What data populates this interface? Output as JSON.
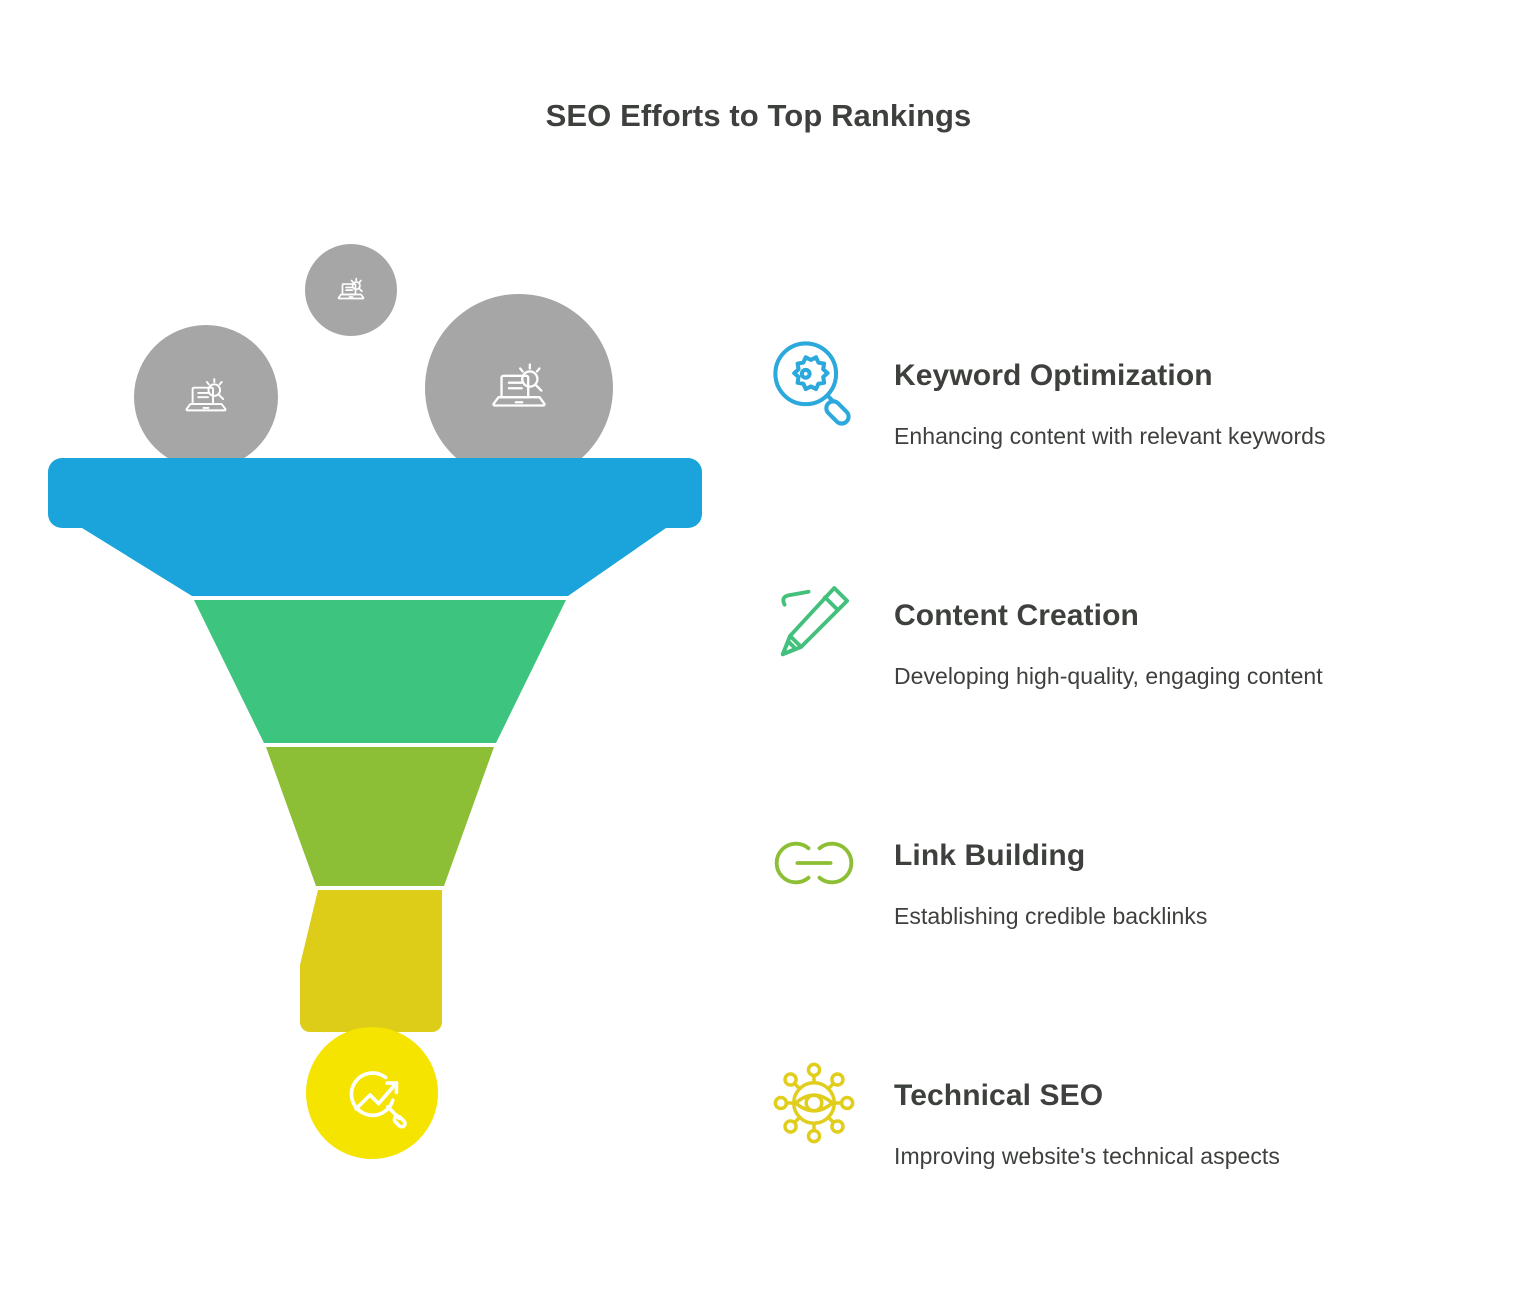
{
  "header": {
    "title": "SEO Efforts to Top Rankings"
  },
  "funnel": {
    "name": "seo-funnel",
    "bands": [
      {
        "id": "band-keyword",
        "label": "Keyword Optimization",
        "color": "#1ba4db"
      },
      {
        "id": "band-content",
        "label": "Content Creation",
        "color": "#3dc47e"
      },
      {
        "id": "band-link",
        "label": "Link Building",
        "color": "#8dbf36"
      },
      {
        "id": "band-technical",
        "label": "Technical SEO",
        "color": "#ddcc18"
      }
    ],
    "outlet_circle_color": "#f5e300",
    "outlet_icon": "analytics-search-icon",
    "top_badges": [
      {
        "id": "badge-left",
        "icon": "laptop-search-icon",
        "color": "#a6a6a6",
        "size": "medium"
      },
      {
        "id": "badge-center",
        "icon": "laptop-search-icon",
        "color": "#a6a6a6",
        "size": "small"
      },
      {
        "id": "badge-right",
        "icon": "laptop-search-icon",
        "color": "#a6a6a6",
        "size": "large"
      }
    ]
  },
  "steps": [
    {
      "id": "keyword-optimization",
      "title": "Keyword Optimization",
      "description": "Enhancing content with relevant keywords",
      "icon": "magnifier-gear-icon",
      "color": "#2ba8dc"
    },
    {
      "id": "content-creation",
      "title": "Content Creation",
      "description": "Developing high-quality, engaging content",
      "icon": "pencil-icon",
      "color": "#42c07c"
    },
    {
      "id": "link-building",
      "title": "Link Building",
      "description": "Establishing credible backlinks",
      "icon": "chain-link-icon",
      "color": "#8dbf36"
    },
    {
      "id": "technical-seo",
      "title": "Technical SEO",
      "description": "Improving website's technical aspects",
      "icon": "eye-network-icon",
      "color": "#e0cd1c"
    }
  ],
  "colors": {
    "text": "#3d403c",
    "background": "#ffffff",
    "badge_gray": "#a6a6a6"
  }
}
